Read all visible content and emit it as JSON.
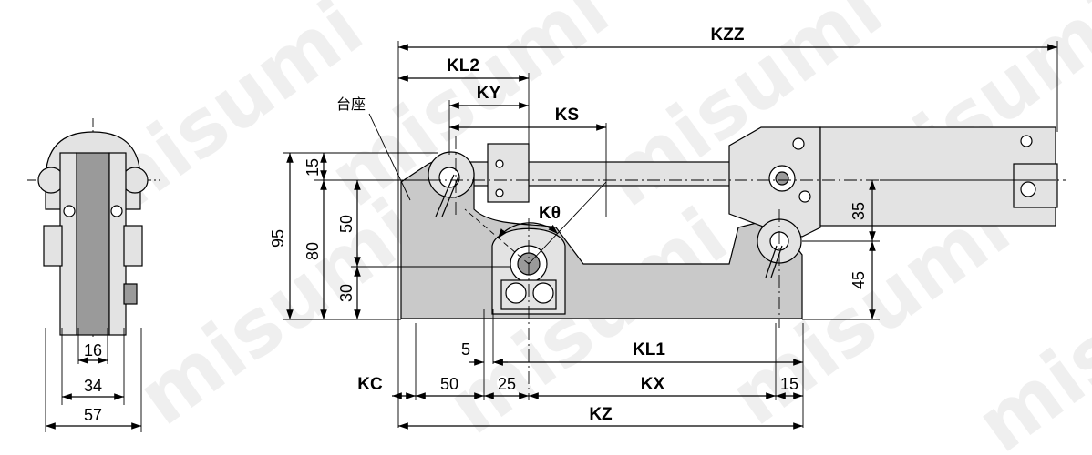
{
  "watermark": "misumi",
  "part_label": "台座",
  "labels": {
    "kzz": "KZZ",
    "kl2": "KL2",
    "ky": "KY",
    "ks": "KS",
    "ktheta": "Kθ",
    "kl1": "KL1",
    "kx": "KX",
    "kc": "KC",
    "kz": "KZ"
  },
  "dims_front": {
    "d15": "15",
    "d95": "95",
    "d80": "80",
    "d50": "50",
    "d30": "30",
    "d35": "35",
    "d45": "45",
    "d5": "5",
    "d50b": "50",
    "d25": "25",
    "d15b": "15"
  },
  "dims_side": {
    "d16": "16",
    "d34": "34",
    "d57": "57"
  }
}
